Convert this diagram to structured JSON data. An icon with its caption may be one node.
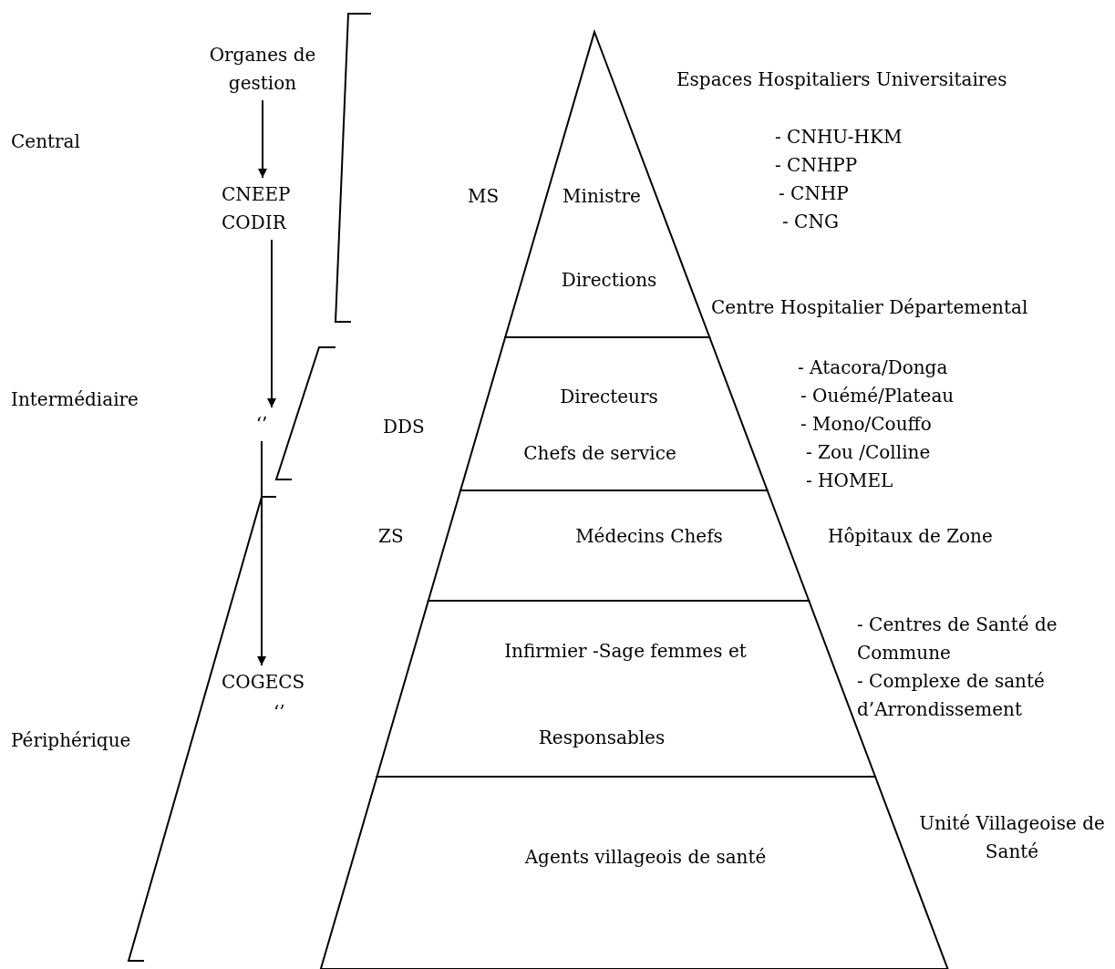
{
  "diagram": {
    "nodes": [
      {
        "text": [
          "Organes de gestion"
        ]
      },
      {
        "text": [
          "CNEEP CODIR"
        ]
      },
      {
        "text": [
          "Ministre",
          "Directions"
        ]
      },
      {
        "text": [
          "‘’"
        ]
      },
      {
        "text": [
          "Directeurs",
          "Chefs de service"
        ]
      },
      {
        "text": [
          "Médecins Chefs"
        ]
      },
      {
        "text": [
          "COGECS"
        ]
      },
      {
        "text": [
          "Infirmier -Sage femmes et",
          "Responsables"
        ]
      },
      {
        "text": [
          "Agents villageois de santé"
        ]
      }
    ],
    "edges": [
      {
        "from": 0,
        "to": 1,
        "arrow": "to"
      },
      {
        "from": 1,
        "to": 3,
        "arrow": "to"
      },
      {
        "from": 3,
        "to": 6,
        "arrow": "to"
      }
    ],
    "labels": [
      "Central",
      "MS",
      "Espaces Hospitaliers Universitaires",
      "- CNHU-HKM",
      "- CNHPP",
      "- CNHP",
      "- CNG",
      "Centre Hospitalier Départemental",
      "Intermédiaire",
      "DDS",
      "- Atacora/Donga",
      "- Ouémé/Plateau",
      "- Mono/Couffo",
      "- Zou /Colline",
      "- HOMEL",
      "ZS",
      "Hôpitaux de Zone",
      "- Centres de Santé de Commune",
      "- Complexe de santé d’Arrondissement",
      "Périphérique",
      "‘’",
      "Unité Villageoise de Santé"
    ]
  }
}
